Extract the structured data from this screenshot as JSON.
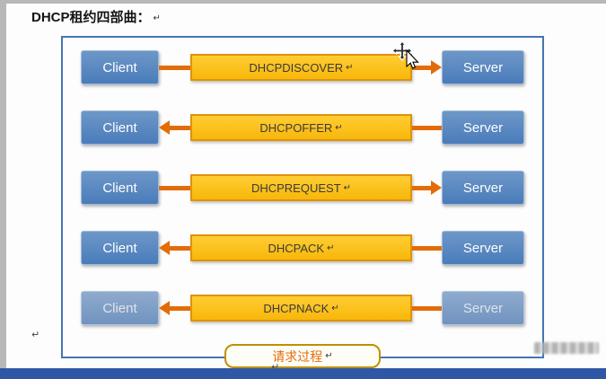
{
  "page": {
    "title": "DHCP租约四部曲：",
    "return_mark": "↵"
  },
  "diagram": {
    "rows": [
      {
        "client": "Client",
        "server": "Server",
        "message": "DHCPDISCOVER",
        "direction": "right",
        "faded": false
      },
      {
        "client": "Client",
        "server": "Server",
        "message": "DHCPOFFER",
        "direction": "left",
        "faded": false
      },
      {
        "client": "Client",
        "server": "Server",
        "message": "DHCPREQUEST",
        "direction": "right",
        "faded": false
      },
      {
        "client": "Client",
        "server": "Server",
        "message": "DHCPACK",
        "direction": "left",
        "faded": false
      },
      {
        "client": "Client",
        "server": "Server",
        "message": "DHCPNACK",
        "direction": "left",
        "faded": true
      }
    ],
    "footer_label": "请求过程",
    "colors": {
      "node_fill": "#4a7cba",
      "node_border": "#9db9dc",
      "message_fill": "#ffc000",
      "message_border": "#e0920a",
      "arrow": "#e36c09",
      "container_border": "#4576b0",
      "footer_border": "#bf9000",
      "footer_text": "#e36c09",
      "taskbar": "#2e58a5"
    }
  }
}
